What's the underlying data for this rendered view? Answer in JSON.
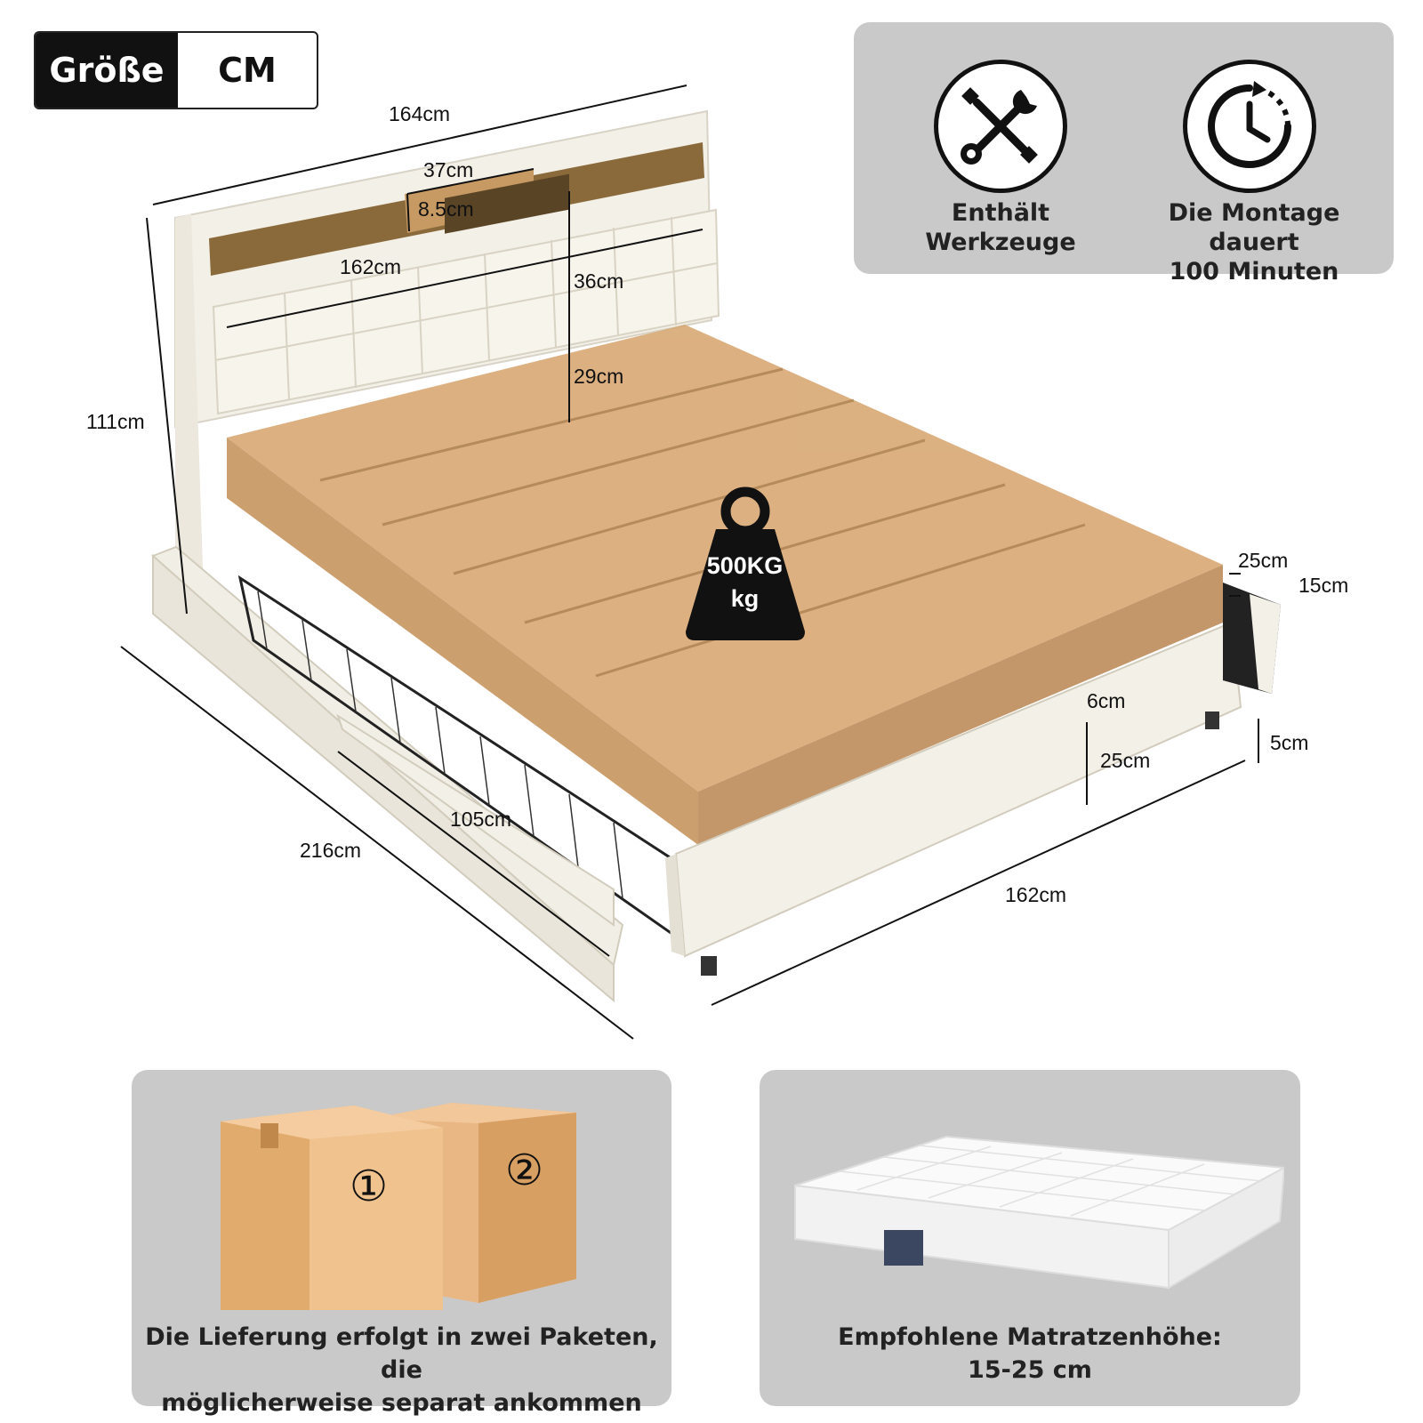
{
  "size_badge": {
    "label": "Größe",
    "unit": "CM"
  },
  "dimensions": {
    "total_width": "164cm",
    "shelf_width": "37cm",
    "shelf_height": "8.5cm",
    "headboard_inner_width": "162cm",
    "headboard_upper_height": "36cm",
    "headboard_lower_height": "29cm",
    "total_height": "111cm",
    "total_length": "216cm",
    "drawer_length": "105cm",
    "footboard_width": "162cm",
    "rail_height": "25cm",
    "mattress_max": "25cm",
    "mattress_min": "15cm",
    "slat_height": "6cm",
    "clearance": "5cm"
  },
  "weight": {
    "value": "500KG",
    "unit": "kg"
  },
  "features": {
    "tools": "Enthält\nWerkzeuge",
    "assembly": "Die Montage dauert\n100 Minuten"
  },
  "delivery": {
    "box1": "①",
    "box2": "②",
    "text": "Die Lieferung erfolgt in zwei Paketen, die\nmöglicherweise separat ankommen"
  },
  "mattress": {
    "text": "Empfohlene Matratzenhöhe:\n15-25 cm"
  },
  "colors": {
    "panel": "#c9c9c9",
    "fabric": "#f3f0e8",
    "wood": "#c79a63",
    "box": "#e6b582"
  }
}
